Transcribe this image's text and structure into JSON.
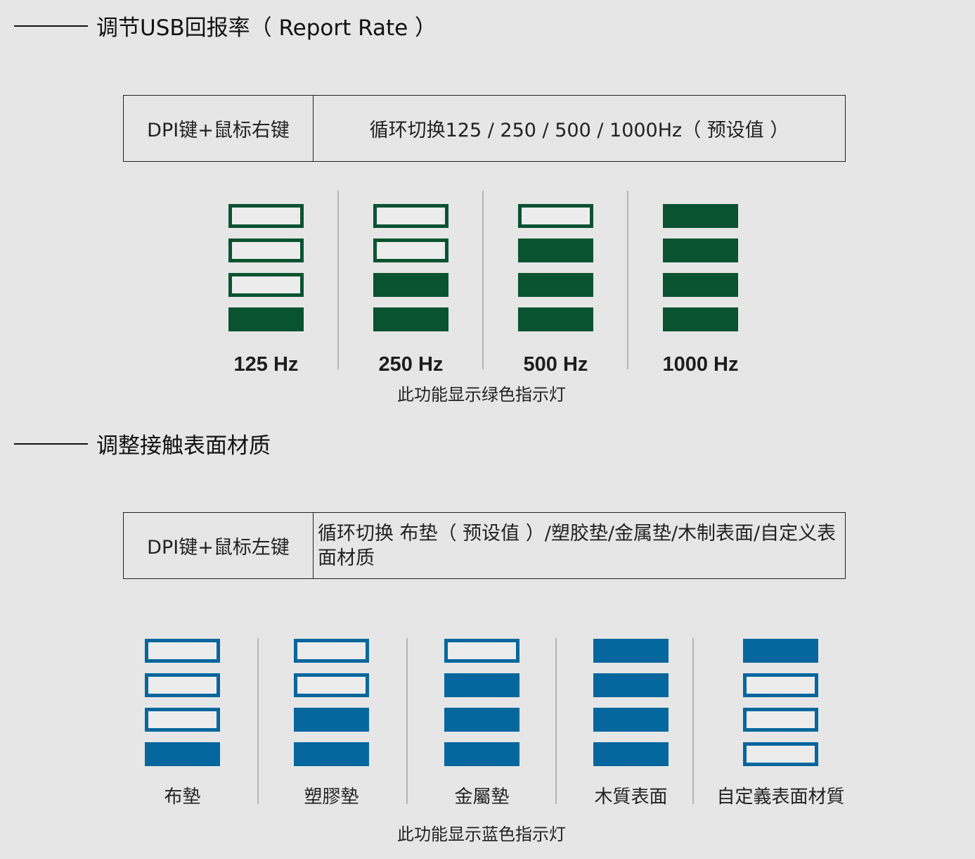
{
  "sections": [
    {
      "heading": "调节USB回报率（ Report Rate ）",
      "table": {
        "key": "DPI键+鼠标右键",
        "value": "循环切换125 / 250 / 500 / 1000Hz（ 预设值 ）"
      },
      "indicator_color": "#0a5331",
      "indicators": [
        {
          "label": "125 Hz",
          "bars": [
            "off",
            "off",
            "off",
            "on"
          ]
        },
        {
          "label": "250 Hz",
          "bars": [
            "off",
            "off",
            "on",
            "on"
          ]
        },
        {
          "label": "500 Hz",
          "bars": [
            "off",
            "on",
            "on",
            "on"
          ]
        },
        {
          "label": "1000 Hz",
          "bars": [
            "on",
            "on",
            "on",
            "on"
          ]
        }
      ],
      "caption": "此功能显示绿色指示灯"
    },
    {
      "heading": "调整接触表面材质",
      "table": {
        "key": "DPI键+鼠标左键",
        "value": "循环切换 布垫（ 预设值 ）/塑胶垫/金属垫/木制表面/自定义表面材质"
      },
      "indicator_color": "#05679d",
      "indicators": [
        {
          "label": "布墊",
          "bars": [
            "off",
            "off",
            "off",
            "on"
          ]
        },
        {
          "label": "塑膠墊",
          "bars": [
            "off",
            "off",
            "on",
            "on"
          ]
        },
        {
          "label": "金屬墊",
          "bars": [
            "off",
            "on",
            "on",
            "on"
          ]
        },
        {
          "label": "木質表面",
          "bars": [
            "on",
            "on",
            "on",
            "on"
          ]
        },
        {
          "label": "自定義表面材質",
          "bars": [
            "on",
            "off",
            "off",
            "off"
          ]
        }
      ],
      "caption": "此功能显示蓝色指示灯"
    }
  ]
}
